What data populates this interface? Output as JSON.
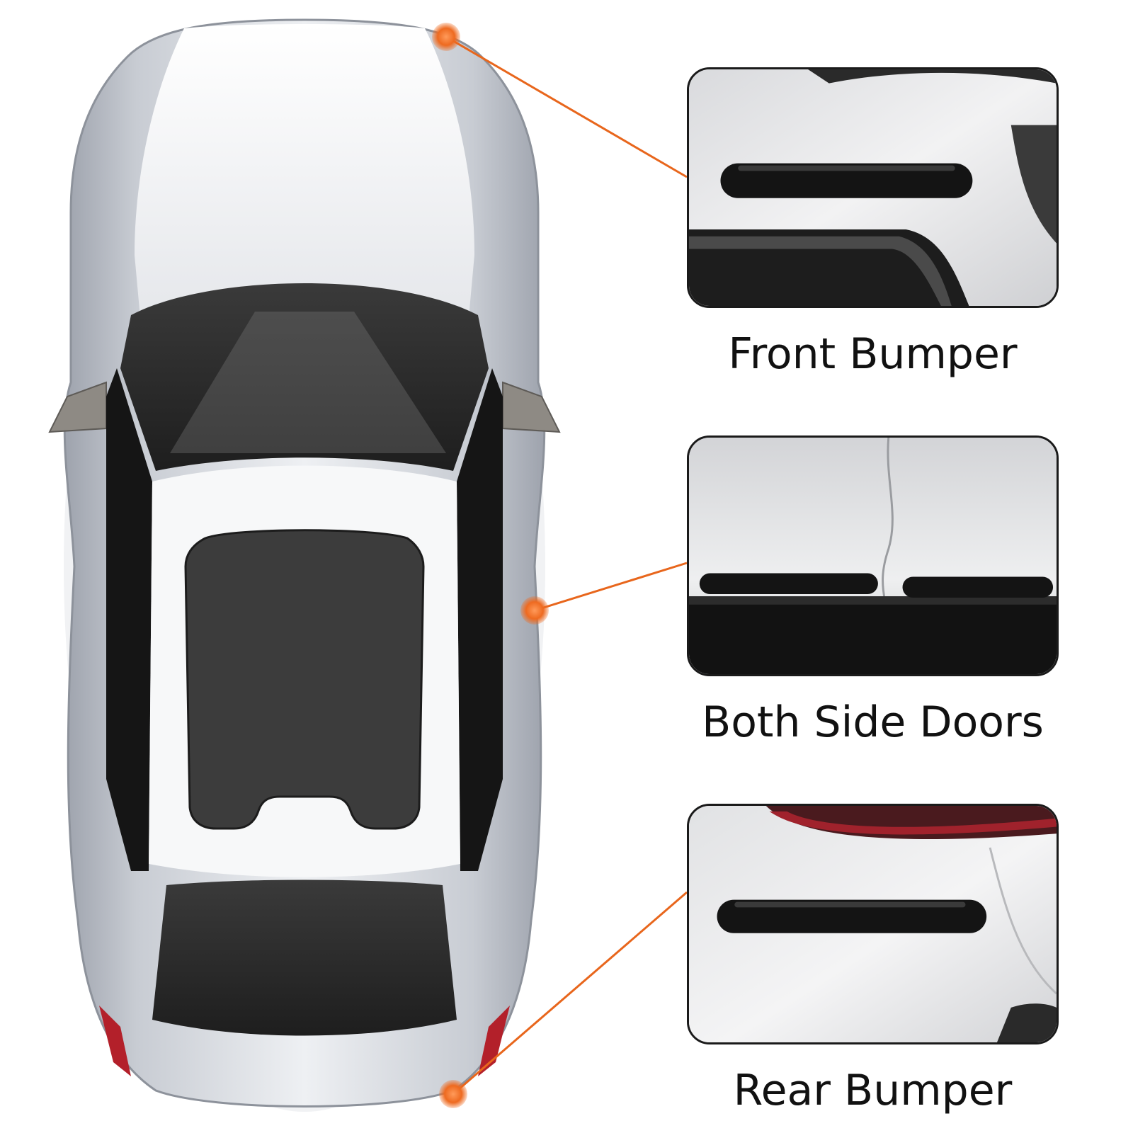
{
  "colors": {
    "accent": "#e8661c",
    "guard": "#141414",
    "car_body": "#c9ccd2",
    "glass": "#2b2b2b"
  },
  "callouts": [
    {
      "id": "front",
      "label": "Front Bumper"
    },
    {
      "id": "doors",
      "label": "Both Side Doors"
    },
    {
      "id": "rear",
      "label": "Rear Bumper"
    }
  ]
}
